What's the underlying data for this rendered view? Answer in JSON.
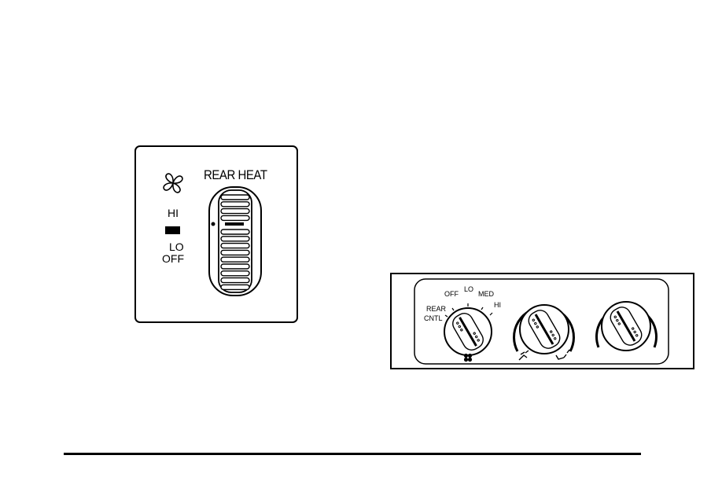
{
  "rear_heat_panel": {
    "title": "REAR HEAT",
    "label_hi": "HI",
    "label_lo": "LO",
    "label_off": "OFF",
    "icons": [
      "fan-icon"
    ]
  },
  "front_control_panel": {
    "fan_knob": {
      "label_rear": "REAR",
      "label_cntl": "CNTL",
      "label_off": "OFF",
      "label_lo": "LO",
      "label_med": "MED",
      "label_hi": "HI",
      "icons": [
        "fan-small-icon"
      ]
    },
    "mode_knob": {
      "icons": [
        "vent-mode-icon",
        "floor-mode-icon"
      ]
    },
    "temp_knob": {
      "icons": []
    }
  },
  "colors": {
    "ink": "#000000",
    "background": "#ffffff"
  }
}
